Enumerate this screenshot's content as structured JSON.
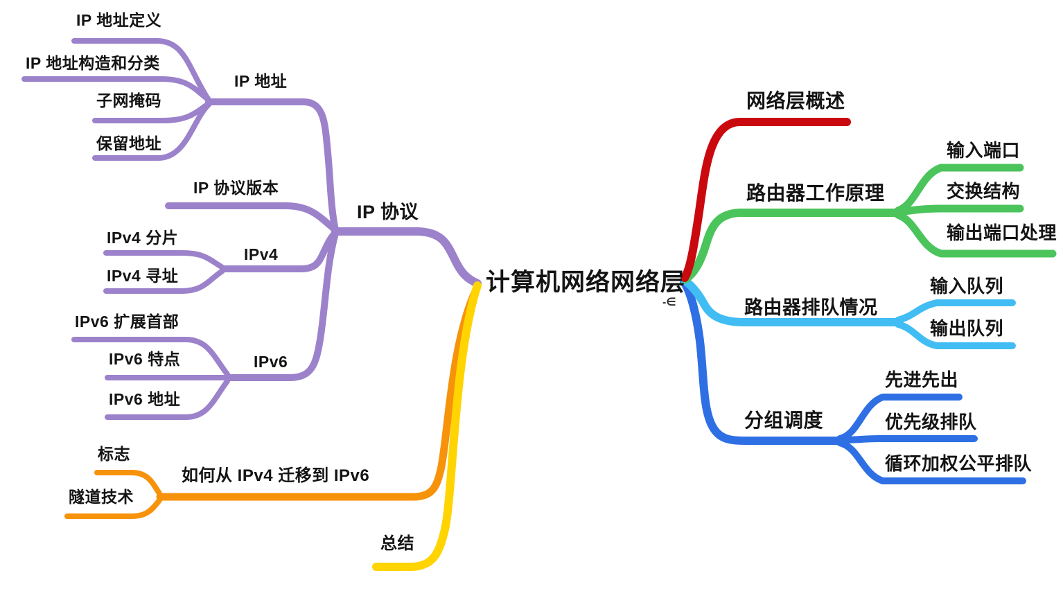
{
  "root": {
    "label": "计算机网络网络层",
    "marker": "-∈"
  },
  "branches": [
    {
      "id": "ip-protocol",
      "label": "IP 协议",
      "color": "#9C82CB",
      "children": [
        {
          "label": "IP 地址",
          "children": [
            {
              "label": "IP 地址定义"
            },
            {
              "label": "IP 地址构造和分类"
            },
            {
              "label": "子网掩码"
            },
            {
              "label": "保留地址"
            }
          ]
        },
        {
          "label": "IP 协议版本"
        },
        {
          "label": "IPv4",
          "children": [
            {
              "label": "IPv4 分片"
            },
            {
              "label": "IPv4 寻址"
            }
          ]
        },
        {
          "label": "IPv6",
          "children": [
            {
              "label": "IPv6 扩展首部"
            },
            {
              "label": "IPv6 特点"
            },
            {
              "label": "IPv6 地址"
            }
          ]
        }
      ]
    },
    {
      "id": "migration",
      "label": "如何从 IPv4 迁移到 IPv6",
      "color": "#F7920B",
      "children": [
        {
          "label": "标志"
        },
        {
          "label": "隧道技术"
        }
      ]
    },
    {
      "id": "summary",
      "label": "总结",
      "color": "#FFD400",
      "children": []
    },
    {
      "id": "network-layer-overview",
      "label": "网络层概述",
      "color": "#CA090F",
      "children": []
    },
    {
      "id": "router-principle",
      "label": "路由器工作原理",
      "color": "#4BC45C",
      "children": [
        {
          "label": "输入端口"
        },
        {
          "label": "交换结构"
        },
        {
          "label": "输出端口处理"
        }
      ]
    },
    {
      "id": "router-queueing",
      "label": "路由器排队情况",
      "color": "#41BDF3",
      "children": [
        {
          "label": "输入队列"
        },
        {
          "label": "输出队列"
        }
      ]
    },
    {
      "id": "packet-scheduling",
      "label": "分组调度",
      "color": "#2F6FE4",
      "children": [
        {
          "label": "先进先出"
        },
        {
          "label": "优先级排队"
        },
        {
          "label": "循环加权公平排队"
        }
      ]
    }
  ]
}
